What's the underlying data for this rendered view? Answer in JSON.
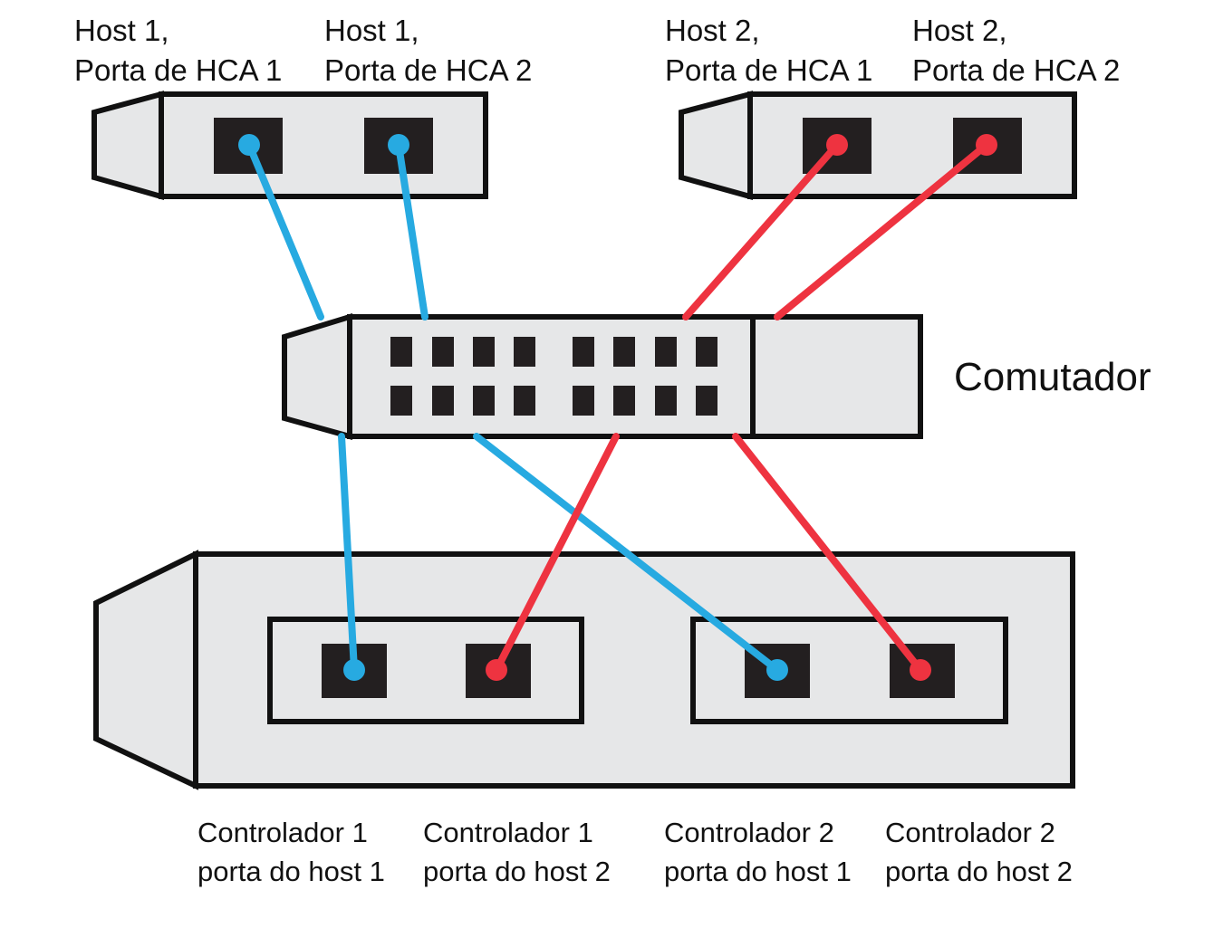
{
  "colors": {
    "panel_fill": "#e6e7e8",
    "outline": "#111111",
    "port": "#231f20",
    "cable_host1": "#27aae1",
    "cable_host2": "#ee3340"
  },
  "hosts": [
    {
      "line1": "Host 1,",
      "line2": "Porta de HCA 1"
    },
    {
      "line1": "Host 1,",
      "line2": "Porta de HCA 2"
    },
    {
      "line1": "Host 2,",
      "line2": "Porta de HCA 1"
    },
    {
      "line1": "Host 2,",
      "line2": "Porta de HCA 2"
    }
  ],
  "switch": {
    "label": "Comutador"
  },
  "controller_ports": [
    {
      "line1": "Controlador 1",
      "line2": "porta do host 1"
    },
    {
      "line1": "Controlador 1",
      "line2": "porta do host 2"
    },
    {
      "line1": "Controlador 2",
      "line2": "porta do host 1"
    },
    {
      "line1": "Controlador 2",
      "line2": "porta do host 2"
    }
  ]
}
